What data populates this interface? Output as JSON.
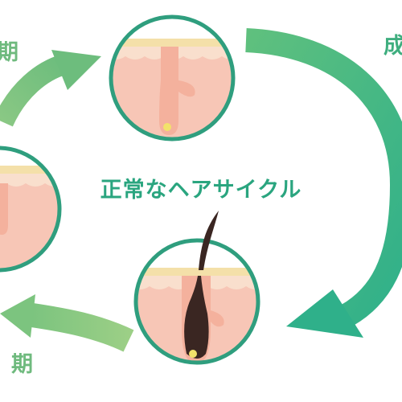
{
  "diagram": {
    "title": "正常なヘアサイクル",
    "phases": {
      "top_left": "期",
      "top_right": "成",
      "bottom_left": "期"
    },
    "colors": {
      "arrow_light": "#7cc47f",
      "arrow_mid": "#4fb880",
      "arrow_teal": "#2fb08a",
      "circle_border": "#2f9e7e",
      "skin": "#f7c6b6",
      "epidermis": "#f9dfcd",
      "surface_band": "#f4e0a9",
      "hair": "#3a2622",
      "bulb_highlight": "#f2e26a",
      "title_text": "#2aa57f"
    },
    "icons": [
      "arrow-right-curve",
      "arrow-down-curve",
      "arrow-left-curve",
      "arrow-up-curve",
      "hair-follicle-icon"
    ]
  }
}
